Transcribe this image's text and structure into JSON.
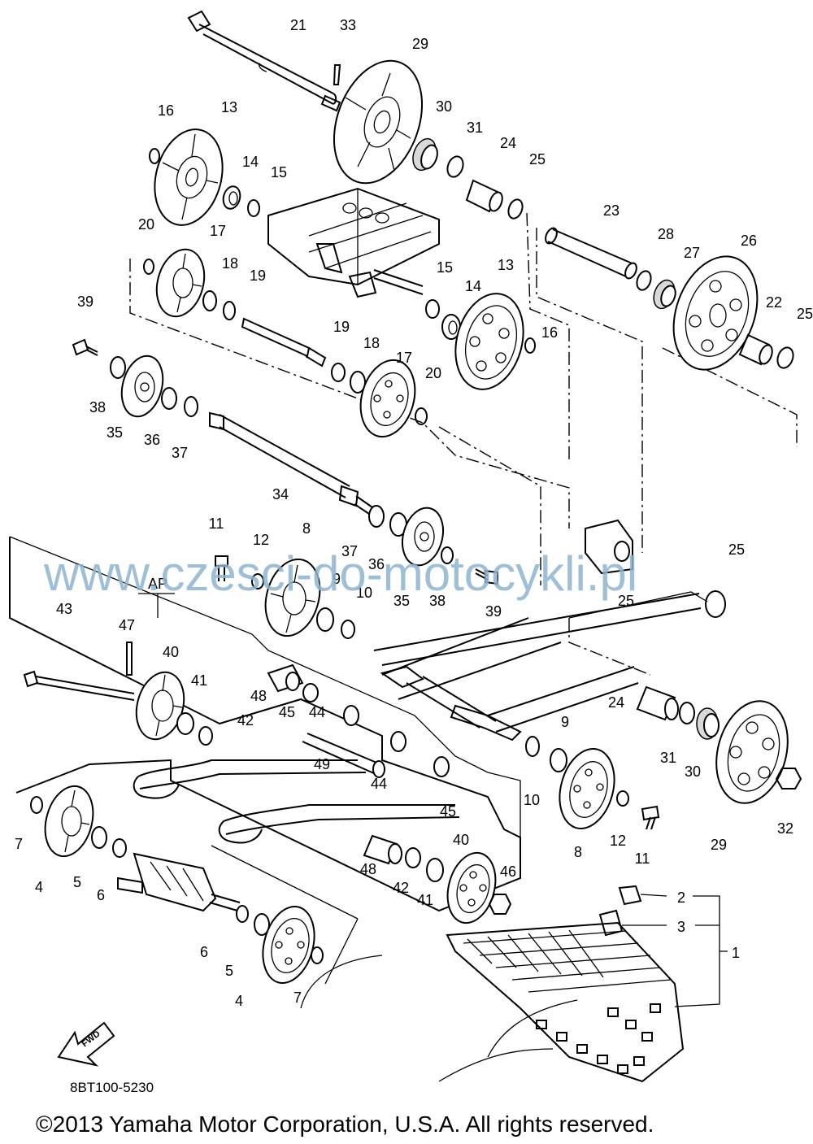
{
  "diagram": {
    "watermark": "www.czesci-do-motocykli.pl",
    "drawing_code": "8BT100-5230",
    "copyright": "©2013 Yamaha Motor Corporation, U.S.A. All rights reserved.",
    "assembly_marker": "AP",
    "direction_marker": "FWD",
    "part_labels": [
      "21",
      "33",
      "29",
      "16",
      "13",
      "30",
      "31",
      "24",
      "25",
      "14",
      "15",
      "23",
      "28",
      "27",
      "26",
      "22",
      "25",
      "20",
      "17",
      "18",
      "19",
      "15",
      "14",
      "13",
      "39",
      "19",
      "18",
      "17",
      "20",
      "16",
      "38",
      "35",
      "36",
      "37",
      "34",
      "11",
      "12",
      "8",
      "37",
      "36",
      "25",
      "9",
      "10",
      "35",
      "38",
      "39",
      "25",
      "43",
      "47",
      "40",
      "41",
      "48",
      "45",
      "44",
      "42",
      "49",
      "44",
      "24",
      "9",
      "31",
      "30",
      "10",
      "45",
      "7",
      "40",
      "48",
      "12",
      "8",
      "11",
      "29",
      "32",
      "4",
      "5",
      "6",
      "42",
      "41",
      "46",
      "2",
      "3",
      "1",
      "6",
      "5",
      "4",
      "7"
    ]
  }
}
